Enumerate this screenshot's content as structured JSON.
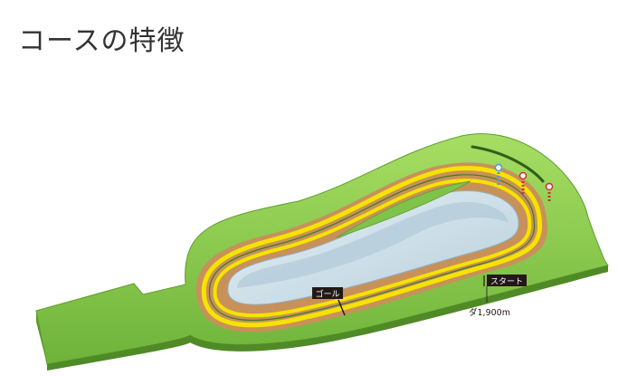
{
  "page": {
    "title": "コースの特徴"
  },
  "course": {
    "goal_label": "ゴール",
    "start_label": "スタート",
    "distance_label": "ダ1,900m"
  },
  "colors": {
    "turf_outer": "#8fd14f",
    "turf_dark": "#6fb33a",
    "dirt": "#c8915a",
    "lane": "#f6e300",
    "infield": "#c9dde7",
    "infield_dark": "#a9c3d3",
    "label_bg": "#231815"
  }
}
